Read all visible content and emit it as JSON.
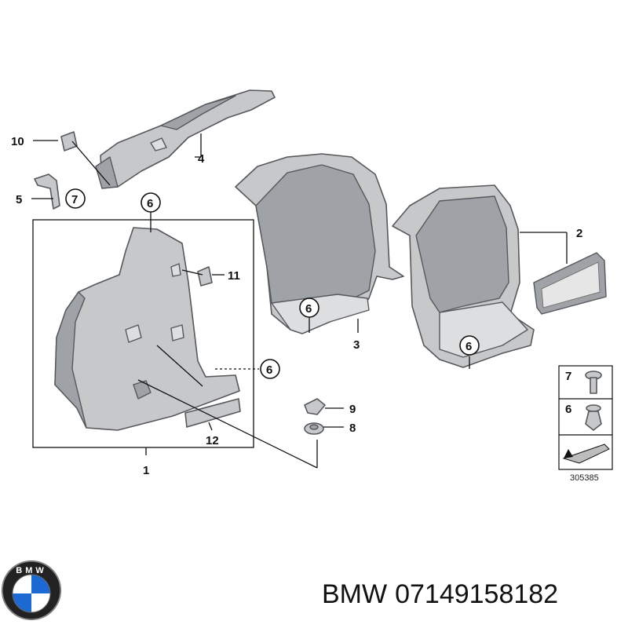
{
  "callouts": {
    "c1": "1",
    "c2": "2",
    "c3": "3",
    "c4": "4",
    "c5": "5",
    "c6a": "6",
    "c6b": "6",
    "c6c": "6",
    "c6d": "6",
    "c6legend": "6",
    "c7a": "7",
    "c7legend": "7",
    "c8": "8",
    "c9": "9",
    "c10": "10",
    "c11": "11",
    "c12": "12"
  },
  "diagram_number": "305385",
  "logo": {
    "text": "BMW",
    "icon": "bmw-roundel-icon"
  },
  "footer": {
    "brand": "BMW",
    "part_number": "07149158182"
  },
  "colors": {
    "part_fill": "#c7c8ca",
    "outline": "#55585c",
    "logo_blue": "#1c69d4"
  }
}
